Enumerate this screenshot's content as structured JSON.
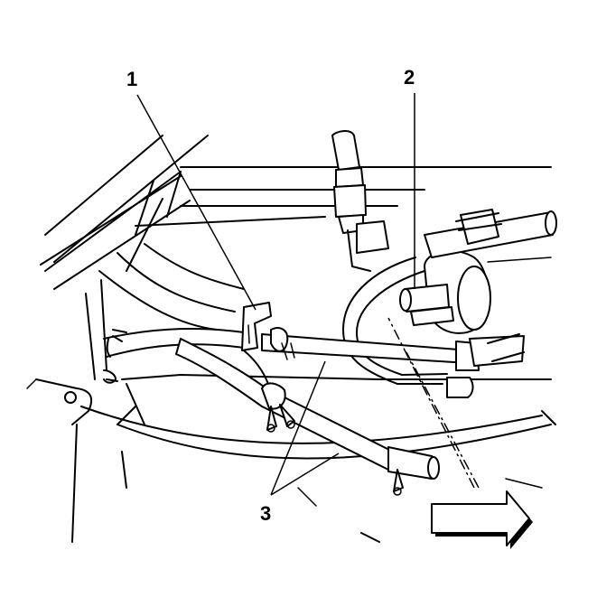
{
  "callouts": {
    "one": "1",
    "two": "2",
    "three": "3"
  },
  "colors": {
    "line": "#000000",
    "background": "#ffffff"
  },
  "icons": {
    "direction_arrow": "right-arrow-icon"
  }
}
